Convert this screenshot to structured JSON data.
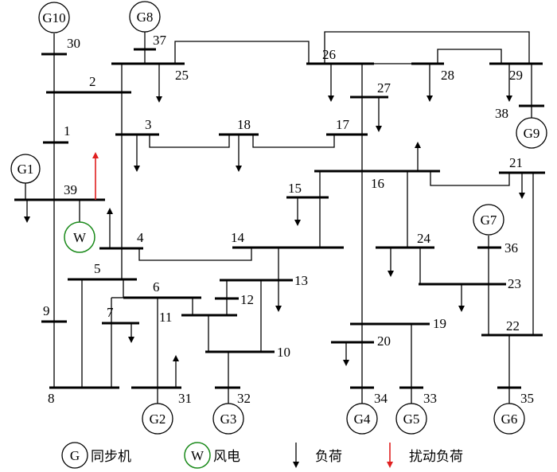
{
  "bus_labels": {
    "1": "1",
    "2": "2",
    "3": "3",
    "4": "4",
    "5": "5",
    "6": "6",
    "7": "7",
    "8": "8",
    "9": "9",
    "10": "10",
    "11": "11",
    "12": "12",
    "13": "13",
    "14": "14",
    "15": "15",
    "16": "16",
    "17": "17",
    "18": "18",
    "19": "19",
    "20": "20",
    "21": "21",
    "22": "22",
    "23": "23",
    "24": "24",
    "25": "25",
    "26": "26",
    "27": "27",
    "28": "28",
    "29": "29",
    "30": "30",
    "31": "31",
    "32": "32",
    "33": "33",
    "34": "34",
    "35": "35",
    "36": "36",
    "37": "37",
    "38": "38",
    "39": "39"
  },
  "generators": {
    "g1": "G1",
    "g2": "G2",
    "g3": "G3",
    "g4": "G4",
    "g5": "G5",
    "g6": "G6",
    "g7": "G7",
    "g8": "G8",
    "g9": "G9",
    "g10": "G10"
  },
  "wind": {
    "symbol": "W"
  },
  "legend": {
    "gen_symbol": "G",
    "gen_label": "同步机",
    "wind_symbol": "W",
    "wind_label": "风电",
    "load_label": "负荷",
    "disturb_label": "扰动负荷"
  },
  "colors": {
    "line": "#000000",
    "wind": "#1a8a1a",
    "disturbance": "#e02020"
  }
}
